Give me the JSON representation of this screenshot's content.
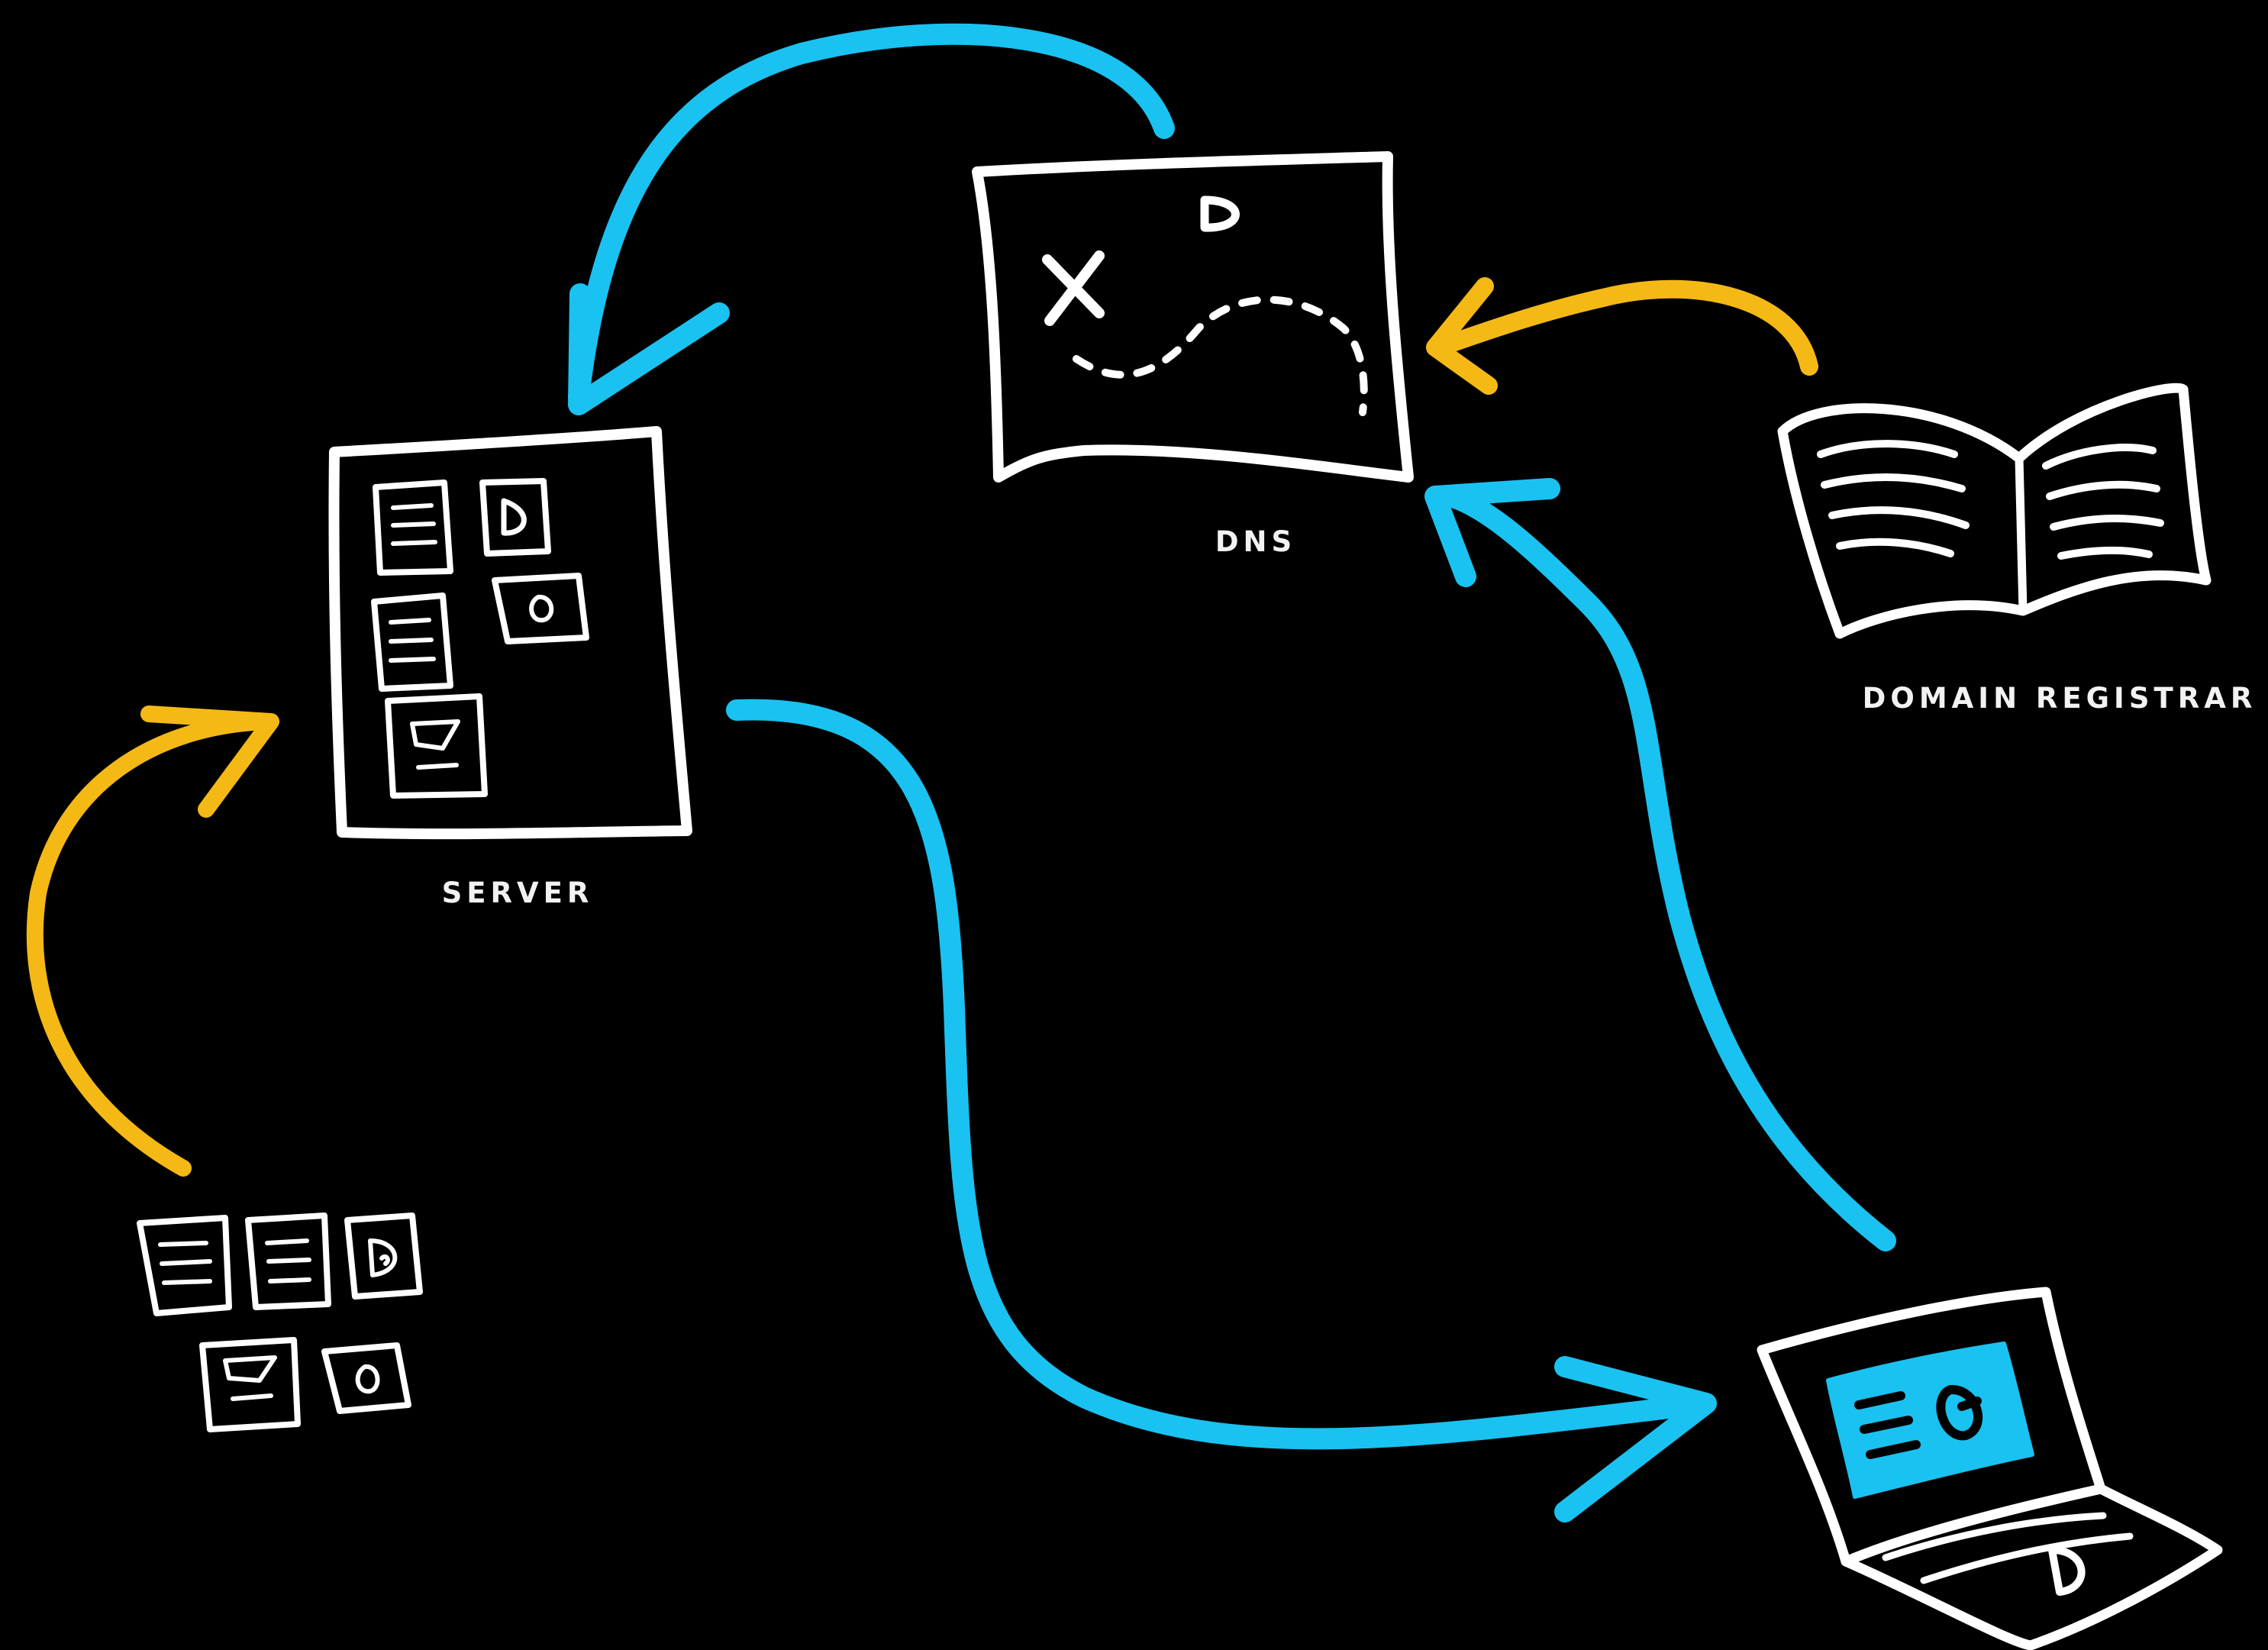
{
  "labels": {
    "server": "SERVER",
    "dns": "DNS",
    "domain_registrar": "DOMAIN REGISTRAR"
  },
  "icons": {
    "server": "server-icon",
    "dns": "dns-map-icon",
    "domain_registrar": "open-book-icon",
    "files": "website-files-icon",
    "laptop": "laptop-icon"
  },
  "colors": {
    "background": "#000000",
    "request_flow": "#19c2f1",
    "setup_flow": "#f5b915",
    "sketch": "#ffffff"
  }
}
